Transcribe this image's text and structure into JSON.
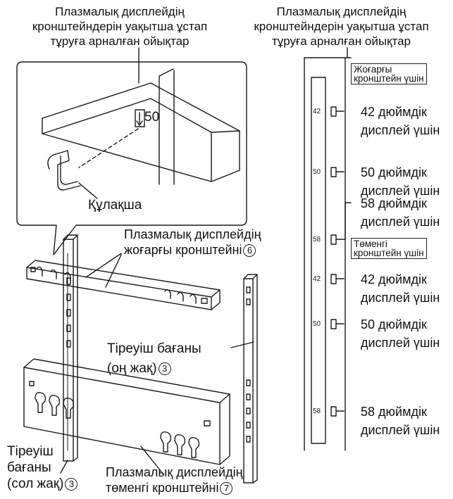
{
  "labels": {
    "top_left_line1": "Плазмалық дисплейдің",
    "top_left_line2": "кронштейндерін уақытша ұстап",
    "top_left_line3": "тұруға арналған ойықтар",
    "top_right_line1": "Плазмалық дисплейдің",
    "top_right_line2": "кронштейндерін уақытша ұстап",
    "top_right_line3": "тұруға арналған ойықтар",
    "detail_number": "50",
    "ear": "Құлақша",
    "upper_bracket_line1": "Плазмалық дисплейдің",
    "upper_bracket_line2": "жоғарғы кронштейні",
    "upper_bracket_num": "6",
    "pole_right_line1": "Тіреуіш бағаны",
    "pole_right_line2": "(оң жақ)",
    "pole_right_num": "3",
    "pole_left_line1": "Тіреуіш",
    "pole_left_line2": "бағаны",
    "pole_left_line3": "(сол жақ)",
    "pole_left_num": "3",
    "lower_bracket_line1": "Плазмалық дисплейдің",
    "lower_bracket_line2": "төменгі кронштейні",
    "lower_bracket_num": "7"
  },
  "scale": {
    "upper_box_line1": "Жоғарғы",
    "upper_box_line2": "кронштейн үшін",
    "lower_box_line1": "Төменгі",
    "lower_box_line2": "кронштейн үшін",
    "marks": [
      {
        "num": "42",
        "line1": "42 дюймдік",
        "line2": "дисплей үшін"
      },
      {
        "num": "50",
        "line1": "50 дюймдік",
        "line2": "дисплей үшін"
      },
      {
        "num": "58",
        "line1": "58 дюймдік",
        "line2": "дисплей үшін"
      },
      {
        "num": "42",
        "line1": "42 дюймдік",
        "line2": "дисплей үшін"
      },
      {
        "num": "50",
        "line1": "50 дюймдік",
        "line2": "дисплей үшін"
      },
      {
        "num": "58",
        "line1": "58 дюймдік",
        "line2": "дисплей үшін"
      }
    ]
  }
}
